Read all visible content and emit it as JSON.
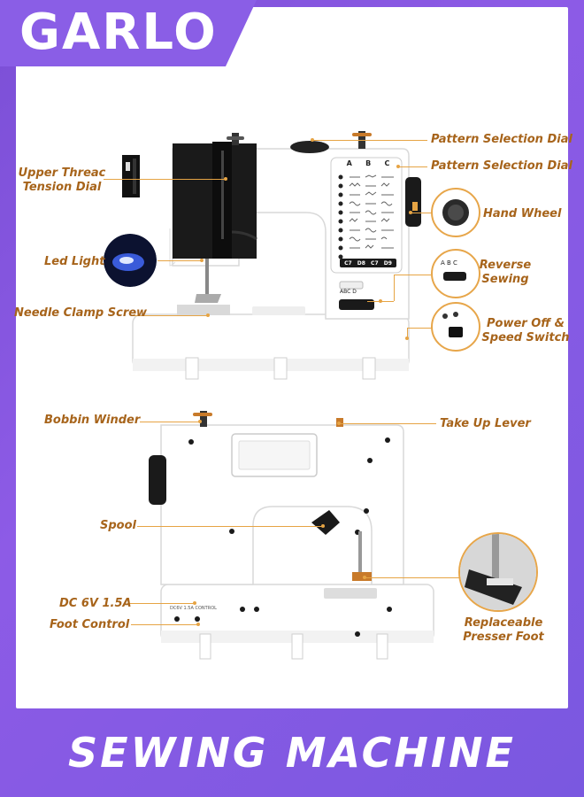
{
  "brand": "GARLO",
  "footer_title": "SEWING MACHINE",
  "labels": {
    "upper_thread_tension_dial_line1": "Upper Threac",
    "upper_thread_tension_dial_line2": "Tension Dial",
    "led_light": "Led Light",
    "needle_clamp_screw": "Needle Clamp Screw",
    "pattern_selection_dial_1": "Pattern Selection Dial",
    "pattern_selection_dial_2": "Pattern Selection Dial",
    "hand_wheel": "Hand Wheel",
    "reverse_sewing_line1": "Reverse",
    "reverse_sewing_line2": "Sewing",
    "power_off_line1": "Power Off &",
    "power_off_line2": "Speed Switch",
    "bobbin_winder": "Bobbin Winder",
    "take_up_lever": "Take Up Lever",
    "spool": "Spool",
    "dc": "DC 6V 1.5A",
    "foot_control": "Foot Control",
    "presser_foot_line1": "Replaceable",
    "presser_foot_line2": "Presser Foot"
  },
  "stitch_panel": {
    "columns": [
      "A",
      "B",
      "C"
    ],
    "bottom_codes": [
      "C7",
      "D8",
      "C7",
      "D9"
    ],
    "reverse_letters": "ABC D"
  },
  "colors": {
    "purple": "#8a5ee6",
    "label": "#a7641b",
    "leader": "#e6a444"
  }
}
